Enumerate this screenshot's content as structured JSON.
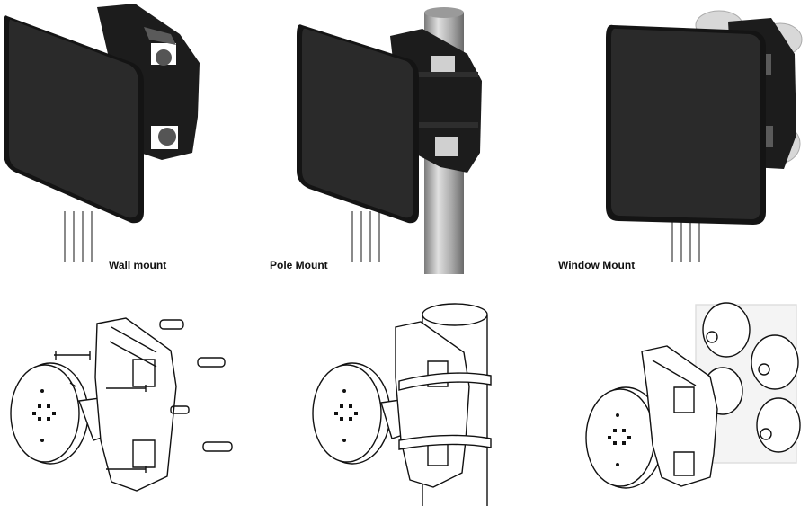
{
  "captions": {
    "wall": "Wall mount",
    "pole": "Pole Mount",
    "window": "Window Mount"
  },
  "colors": {
    "panel_face": "#2a2a2a",
    "panel_edge": "#141414",
    "bracket": "#1c1c1c",
    "pole_metal": "#b9b9b9",
    "suction_cup": "#d8d8d8",
    "line_art": "#111111"
  },
  "photos": [
    {
      "name": "wall-mount-photo"
    },
    {
      "name": "pole-mount-photo"
    },
    {
      "name": "window-mount-photo"
    }
  ],
  "diagrams": [
    {
      "name": "wall-mount-diagram"
    },
    {
      "name": "pole-mount-diagram"
    },
    {
      "name": "window-mount-diagram"
    }
  ]
}
